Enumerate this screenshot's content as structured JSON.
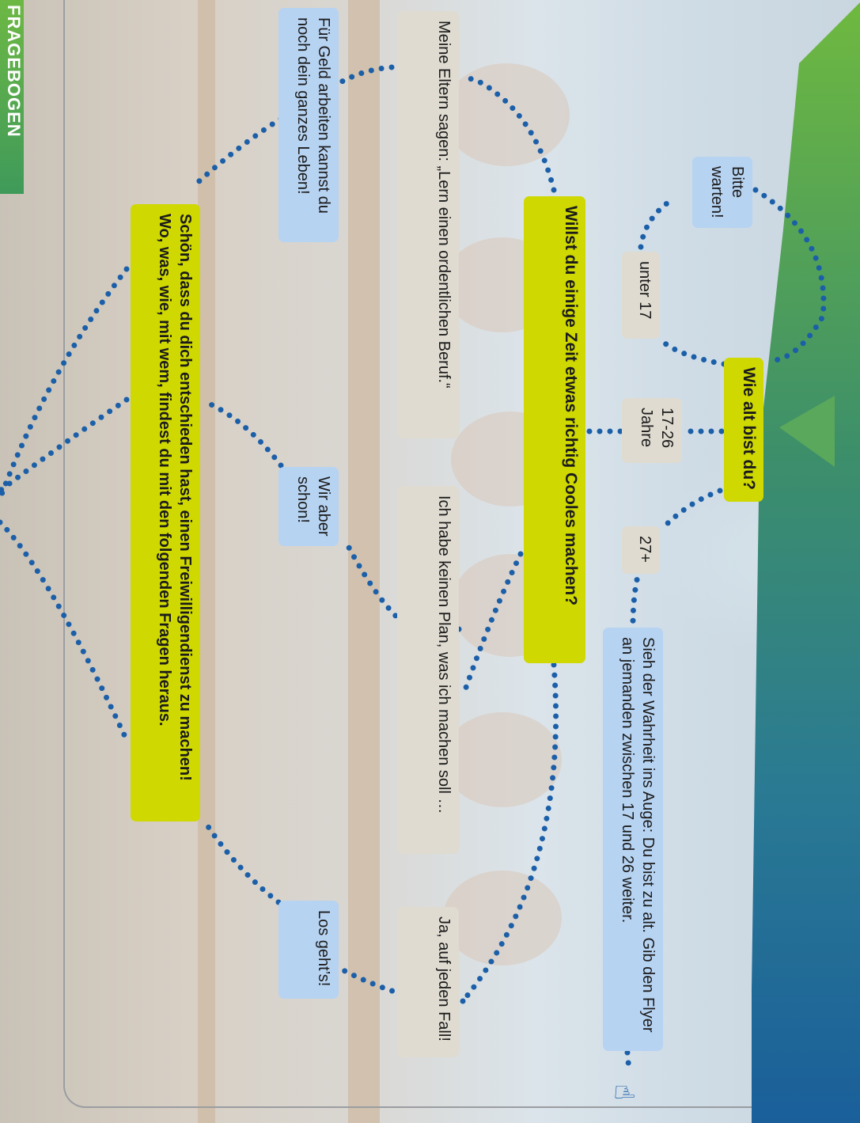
{
  "sidebar_tab": {
    "label": "FRAGEBOGEN"
  },
  "colors": {
    "question": "#cfd800",
    "answer": "#dfdbd1",
    "comment": "#b7d3f2",
    "dots": "#1b5fa8"
  },
  "flow": {
    "q1": "Wie alt bist du?",
    "age_under_17": "unter 17",
    "age_17_26": "17-26 Jahre",
    "age_27_plus": "27+",
    "wait": "Bitte warten!",
    "too_old": "Sieh der Wahrheit ins Auge: Du bist zu alt. Gib den Flyer an jemanden zwischen 17 und 26 weiter.",
    "q2": "Willst du einige Zeit etwas richtig Cooles machen?",
    "a_parents": "Meine Eltern sagen: „Lern einen ordentlichen Beruf.“",
    "a_no_plan": "Ich habe keinen Plan, was ich machen soll …",
    "a_yes": "Ja, auf jeden Fall!",
    "c_money": "Für Geld arbeiten kannst du noch dein ganzes Leben!",
    "c_we_do": "Wir aber schon!",
    "c_lets_go": "Los geht’s!",
    "final": "Schön, dass du dich entschieden hast, einen Freiwilligendienst zu machen! Wo, was, wie, mit wem, findest du mit den folgenden Fragen heraus."
  },
  "icons": {
    "hand": "hand-pointer-icon"
  }
}
